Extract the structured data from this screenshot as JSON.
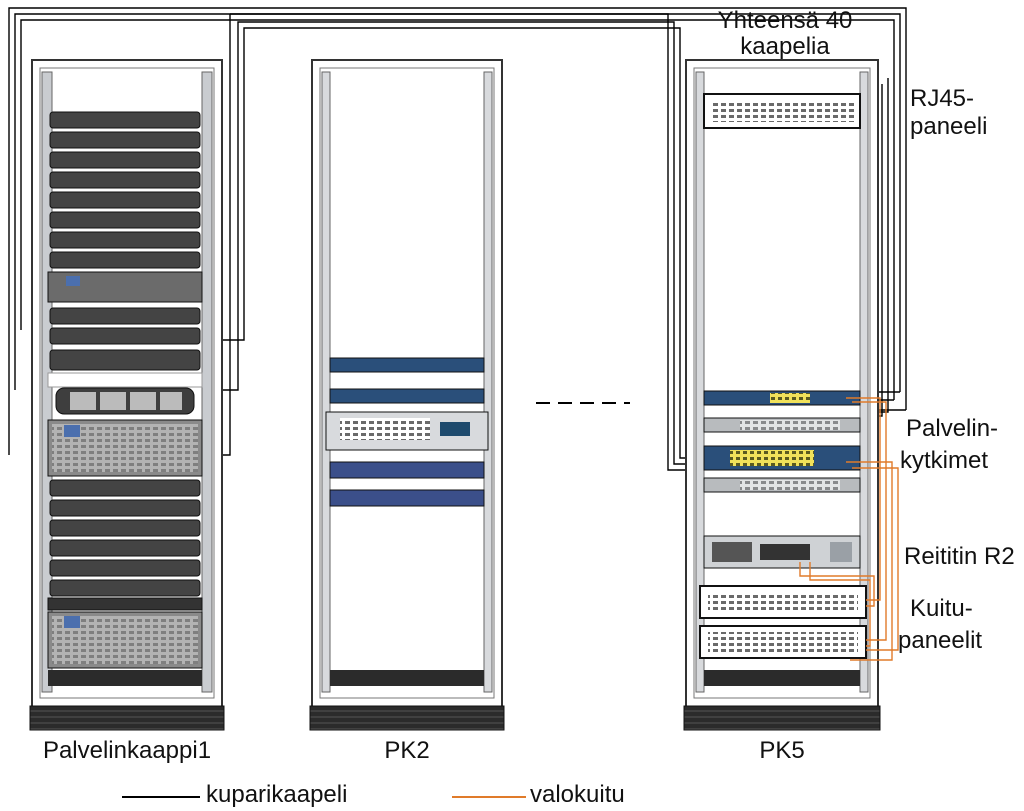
{
  "labels": {
    "total_line1": "Yhteensä 40",
    "total_line2": "kaapelia",
    "rj45_line1": "RJ45-",
    "rj45_line2": "paneeli",
    "switch_line1": "Palvelin-",
    "switch_line2": "kytkimet",
    "router": "Reititin R2",
    "fiber_line1": "Kuitu-",
    "fiber_line2": "paneelit"
  },
  "racks": [
    {
      "id": "cab1",
      "label": "Palvelinkaappi1"
    },
    {
      "id": "pk2",
      "label": "PK2"
    },
    {
      "id": "pk5",
      "label": "PK5"
    }
  ],
  "legend": [
    {
      "label": "kuparikaapeli",
      "color": "#000000"
    },
    {
      "label": "valokuitu",
      "color": "#e07b2a"
    }
  ],
  "colors": {
    "copper": "#000000",
    "fiber": "#e07b2a",
    "rack_frame": "#3a3a3a",
    "rack_rail": "#b9bcc0",
    "server": "#444444",
    "cisco_blue": "#2a4f7a",
    "switch_yellow": "#f0e15a"
  }
}
